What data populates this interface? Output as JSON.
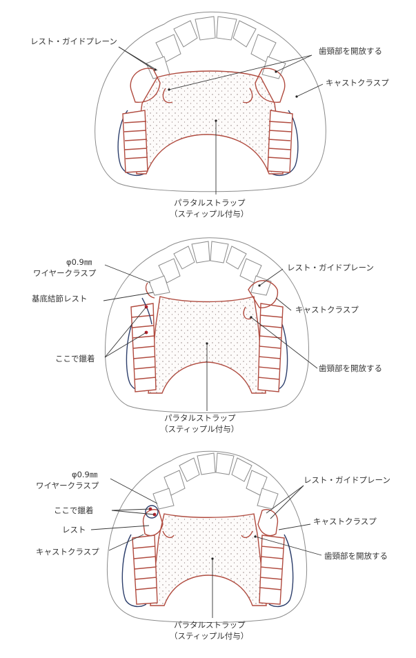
{
  "figure1": {
    "labels": {
      "rest_guide_plane": "レスト・ガイドプレーン",
      "open_gingival": "歯頸部を開放する",
      "cast_clasp": "キャストクラスプ",
      "palatal_strap_line1": "パラタルストラップ",
      "palatal_strap_line2": "（スティップル付与）"
    }
  },
  "figure2": {
    "labels": {
      "wire_clasp_line1": "φ0.9㎜",
      "wire_clasp_line2": "ワイヤークラスプ",
      "cingulum_rest": "基底結節レスト",
      "solder_here": "ここで鑞着",
      "rest_guide_plane": "レスト・ガイドプレーン",
      "cast_clasp": "キャストクラスプ",
      "open_gingival": "歯頸部を開放する",
      "palatal_strap_line1": "パラタルストラップ",
      "palatal_strap_line2": "（スティップル付与）"
    }
  },
  "figure3": {
    "labels": {
      "wire_clasp_line1": "φ0.9㎜",
      "wire_clasp_line2": "ワイヤークラスプ",
      "solder_here": "ここで鑞着",
      "rest": "レスト",
      "cast_clasp_left": "キャストクラスプ",
      "rest_guide_plane": "レスト・ガイドプレーン",
      "cast_clasp_right": "キャストクラスプ",
      "open_gingival": "歯頸部を開放する",
      "palatal_strap_line1": "パラタルストラップ",
      "palatal_strap_line2": "（スティップル付与）"
    }
  }
}
